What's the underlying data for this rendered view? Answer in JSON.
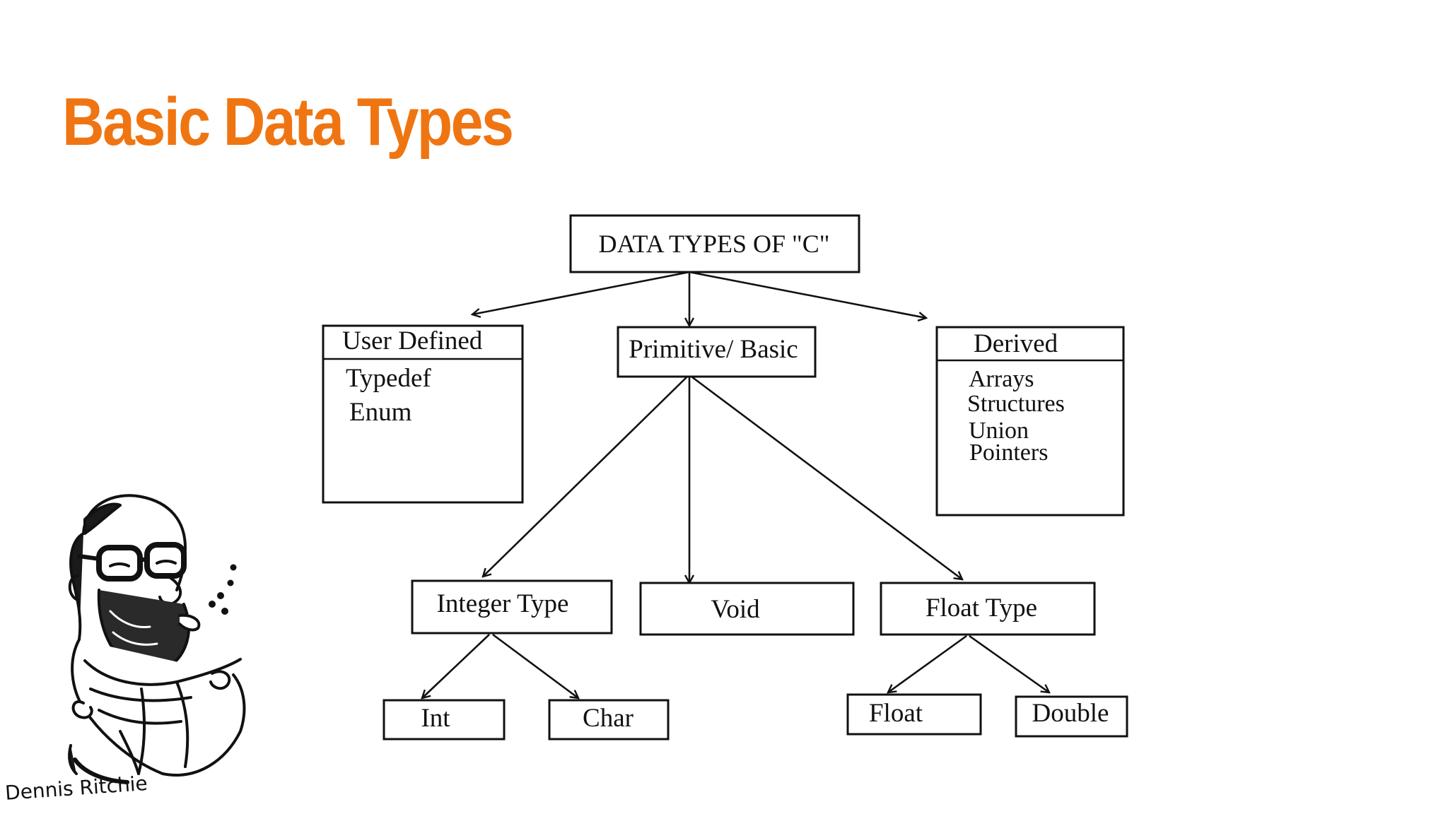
{
  "slide": {
    "title": "Basic Data Types",
    "title_color": "#ef7512"
  },
  "diagram": {
    "root": "DATA TYPES OF \"C\"",
    "user_defined": {
      "header": "User Defined",
      "items": [
        "Typedef",
        "Enum"
      ]
    },
    "primitive": "Primitive/ Basic",
    "derived": {
      "header": "Derived",
      "items": [
        "Arrays",
        "Structures",
        "Union",
        "Pointers"
      ]
    },
    "integer_type": "Integer Type",
    "void": "Void",
    "float_type": "Float Type",
    "int": "Int",
    "char": "Char",
    "float": "Float",
    "double": "Double"
  },
  "caricature": {
    "signature": "Dennis Ritchie"
  }
}
